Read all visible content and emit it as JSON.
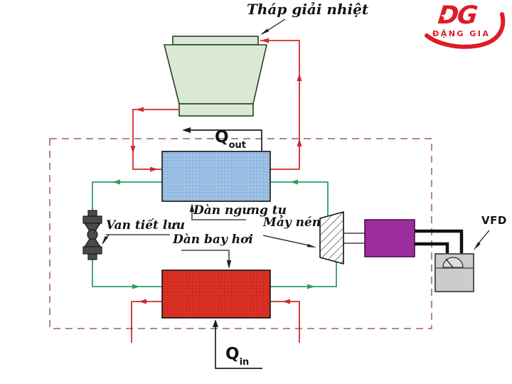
{
  "diagram": {
    "title_tower": "Tháp giải nhiệt",
    "labels": {
      "condenser": "Dàn ngưng tụ",
      "expansion_valve": "Van tiết lưu",
      "evaporator": "Dàn bay hơi",
      "compressor": "Máy nén",
      "vfd": "VFD"
    },
    "heat_flows": {
      "q_out_symbol": "Q",
      "q_out_sub": "out",
      "q_in_symbol": "Q",
      "q_in_sub": "in"
    },
    "logo": {
      "monogram": "DG",
      "name": "ĐẶNG GIA"
    },
    "colors": {
      "cooling_water_line": "#d02a2a",
      "refrigerant_line": "#2f9e63",
      "system_boundary": "#b2849a",
      "tower_fill": "#d9e9d3",
      "condenser_fill": "#aecdec",
      "condenser_grid": "#6d9ed2",
      "evaporator_fill": "#e8382a",
      "evaporator_grid": "#b51b12",
      "motor_fill": "#9c2d9c",
      "vfd_fill": "#cccccc",
      "valve_fill": "#4a4a4a",
      "logo_red": "#e01b24"
    }
  }
}
